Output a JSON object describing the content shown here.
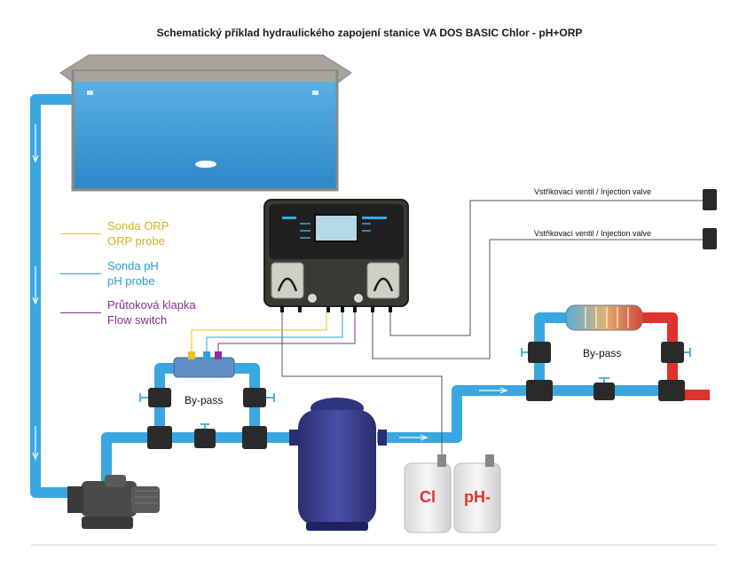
{
  "title": "Schematický příklad hydraulického zapojení stanice VA DOS BASIC Chlor - pH+ORP",
  "legend": [
    {
      "line1": "Sonda ORP",
      "line2": "ORP probe",
      "color": "#e8c41e"
    },
    {
      "line1": "Sonda pH",
      "line2": "pH probe",
      "color": "#2aa3d6"
    },
    {
      "line1": "Průtoková klapka",
      "line2": "Flow switch",
      "color": "#8b2e8f"
    }
  ],
  "labels": {
    "injection_valve_1": "Vstřikovací ventil / Injection valve",
    "injection_valve_2": "Vstřikovací ventil / Injection valve",
    "bypass_left": "By-pass",
    "bypass_right": "By-pass",
    "tank_cl": "Cl",
    "tank_ph": "pH-"
  },
  "colors": {
    "pipe_cold": "#3aa7e0",
    "pipe_hot": "#e0322e",
    "pipe_mixed": "#8a5aa8",
    "pool_water": "#3d9bd9",
    "controller_body": "#3b3b36",
    "tank_label": "#e4302b"
  }
}
